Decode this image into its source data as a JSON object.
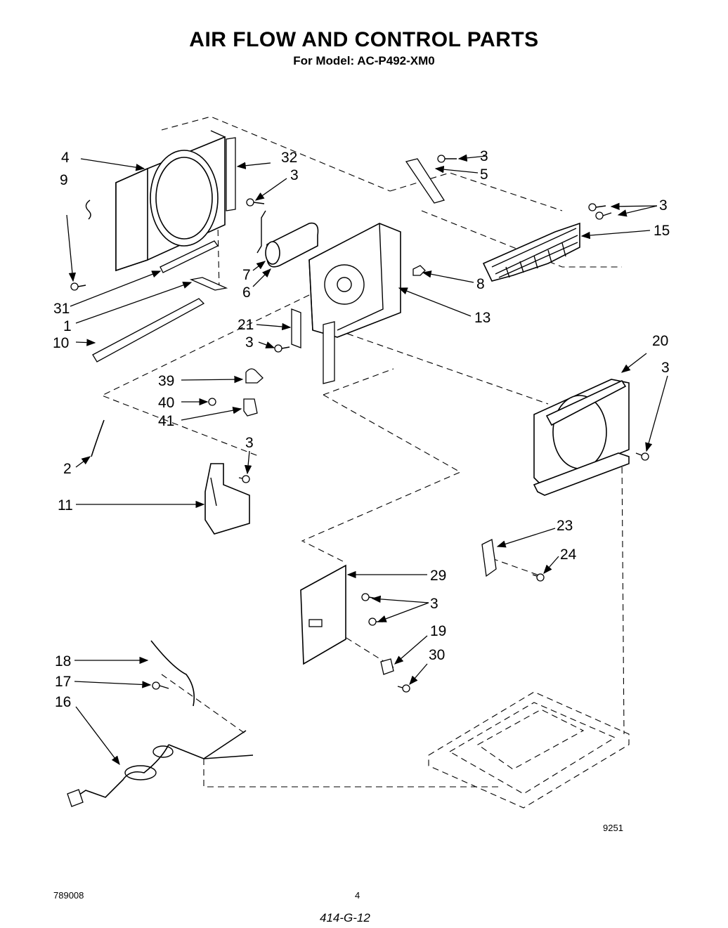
{
  "title": "AIR FLOW AND CONTROL PARTS",
  "subtitle": "For Model: AC-P492-XM0",
  "callouts": [
    "4",
    "32",
    "3",
    "9",
    "3",
    "5",
    "3",
    "15",
    "7",
    "6",
    "8",
    "31",
    "13",
    "1",
    "21",
    "10",
    "3",
    "20",
    "3",
    "39",
    "40",
    "41",
    "3",
    "2",
    "11",
    "23",
    "24",
    "29",
    "3",
    "19",
    "30",
    "18",
    "17",
    "16"
  ],
  "figure_number": "9251",
  "footer": {
    "left_code": "789008",
    "page_number": "4",
    "handwritten": "414-G-12"
  }
}
